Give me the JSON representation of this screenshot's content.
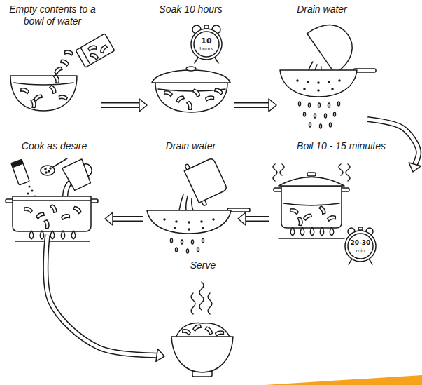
{
  "diagram": {
    "nodes": [
      {
        "text": [
          "Empty contents to a bowl of water"
        ]
      },
      {
        "text": [
          "Soak 10 hours"
        ]
      },
      {
        "text": [
          "Drain water"
        ]
      },
      {
        "text": [
          "Boil 10 - 15 minuites"
        ]
      },
      {
        "text": [
          "Drain water"
        ]
      },
      {
        "text": [
          "Cook as desire"
        ]
      },
      {
        "text": [
          "Serve"
        ]
      }
    ],
    "edges": [
      {
        "from": 0,
        "to": 1,
        "arrow": "to"
      },
      {
        "from": 1,
        "to": 2,
        "arrow": "to"
      },
      {
        "from": 2,
        "to": 3,
        "arrow": "to"
      },
      {
        "from": 3,
        "to": 4,
        "arrow": "to"
      },
      {
        "from": 4,
        "to": 5,
        "arrow": "to"
      },
      {
        "from": 5,
        "to": 6,
        "arrow": "to"
      }
    ],
    "labels": [
      "10",
      "hours",
      "20-30",
      "min"
    ]
  }
}
